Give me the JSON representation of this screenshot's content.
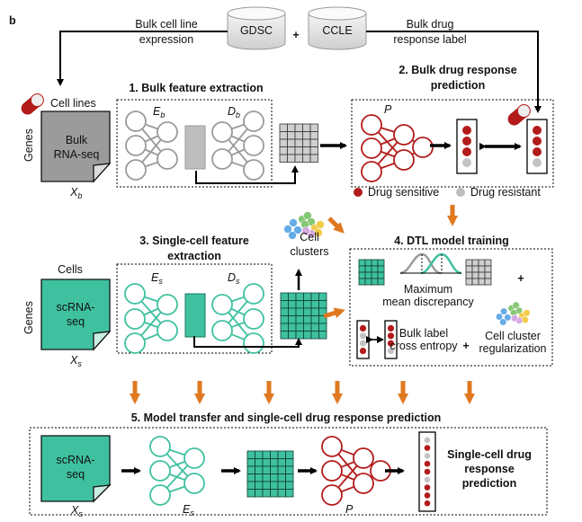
{
  "panel_label": "b",
  "sources": {
    "gdsc": "GDSC",
    "plus": "+",
    "ccle": "CCLE",
    "bulk_expr_line1": "Bulk cell line",
    "bulk_expr_line2": "expression",
    "bulk_drug_line1": "Bulk drug",
    "bulk_drug_line2": "response label"
  },
  "bulk_input": {
    "title": "Cell lines",
    "axis": "Genes",
    "doc_line1": "Bulk",
    "doc_line2": "RNA-seq",
    "var": "X",
    "var_sub": "b"
  },
  "step1": {
    "title": "1. Bulk feature extraction",
    "encoder": "E",
    "encoder_sub": "b",
    "decoder": "D",
    "decoder_sub": "b"
  },
  "step2": {
    "title_line1": "2. Bulk drug response",
    "title_line2": "prediction",
    "predictor": "P",
    "legend_sensitive": "Drug sensitive",
    "legend_resistant": "Drug resistant"
  },
  "step3": {
    "title_line1": "3. Single-cell feature",
    "title_line2": "extraction",
    "encoder": "E",
    "encoder_sub": "s",
    "decoder": "D",
    "decoder_sub": "s",
    "clusters_line1": "Cell",
    "clusters_line2": "clusters"
  },
  "sc_input": {
    "title": "Cells",
    "axis": "Genes",
    "doc_line1": "scRNA-",
    "doc_line2": "seq",
    "var": "X",
    "var_sub": "s"
  },
  "step4": {
    "title": "4. DTL model training",
    "mmd_line1": "Maximum",
    "mmd_line2": "mean discrepancy",
    "bce_line1": "Bulk label",
    "bce_line2": "cross entropy",
    "reg_line1": "Cell cluster",
    "reg_line2": "regularization"
  },
  "step5": {
    "title": "5. Model transfer and single-cell drug response prediction",
    "doc_line1": "scRNA-",
    "doc_line2": "seq",
    "var": "X",
    "var_sub": "s",
    "encoder": "E",
    "encoder_sub": "s",
    "predictor": "P",
    "out_line1": "Single-cell drug",
    "out_line2": "response",
    "out_line3": "prediction"
  },
  "colors": {
    "teal": "#3fc1a0",
    "teal_dark": "#157a5e",
    "red": "#b31b1b",
    "gray": "#9a9a9a",
    "orange": "#e07820"
  }
}
